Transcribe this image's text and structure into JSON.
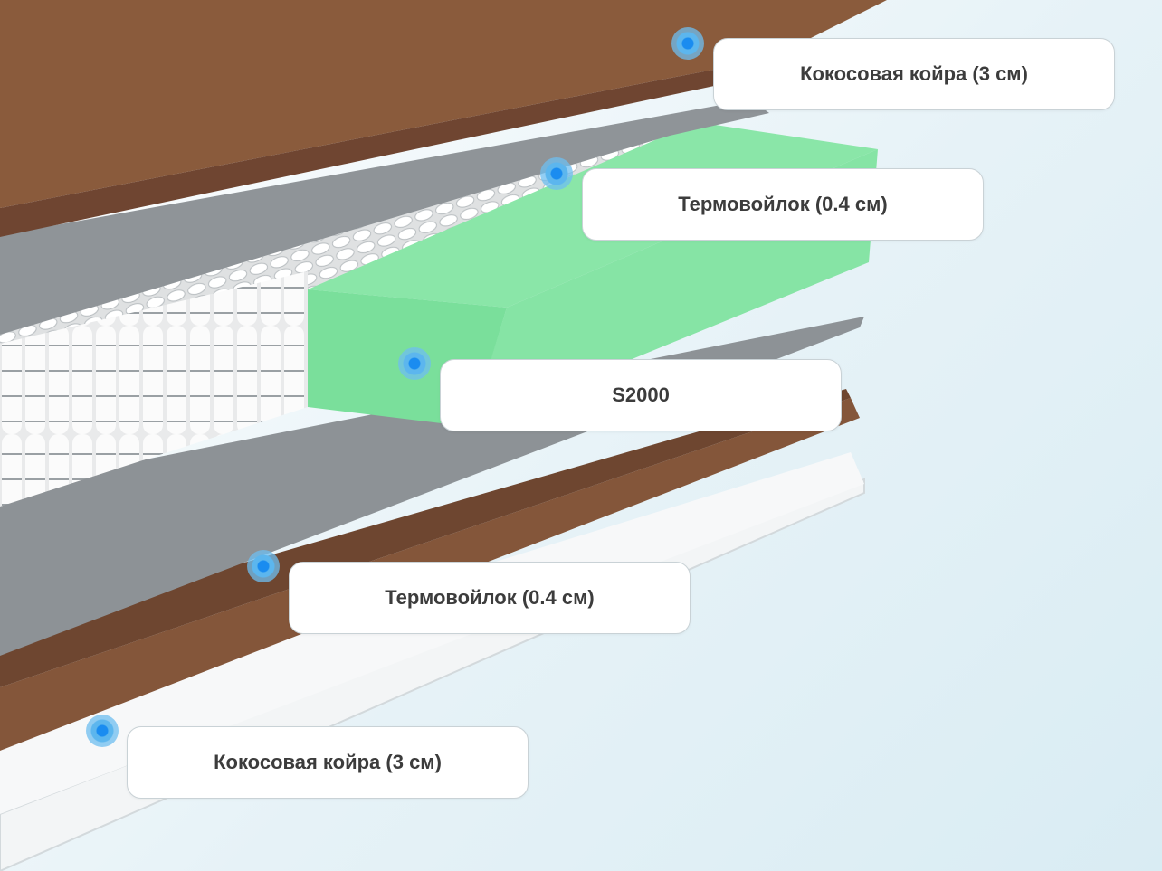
{
  "layers": [
    {
      "label": "Кокосовая койра (3 см)"
    },
    {
      "label": "Термовойлок (0.4 см)"
    },
    {
      "label": "S2000"
    },
    {
      "label": "Термовойлок (0.4 см)"
    },
    {
      "label": "Кокосовая койра (3 см)"
    }
  ],
  "colors": {
    "coir": "#8a5a3b",
    "felt": "#8e9398",
    "foam": "#7fe0a0",
    "springs": "#f4f4f4",
    "cover": "#f2f4f5",
    "marker": "#2f9cf0"
  }
}
